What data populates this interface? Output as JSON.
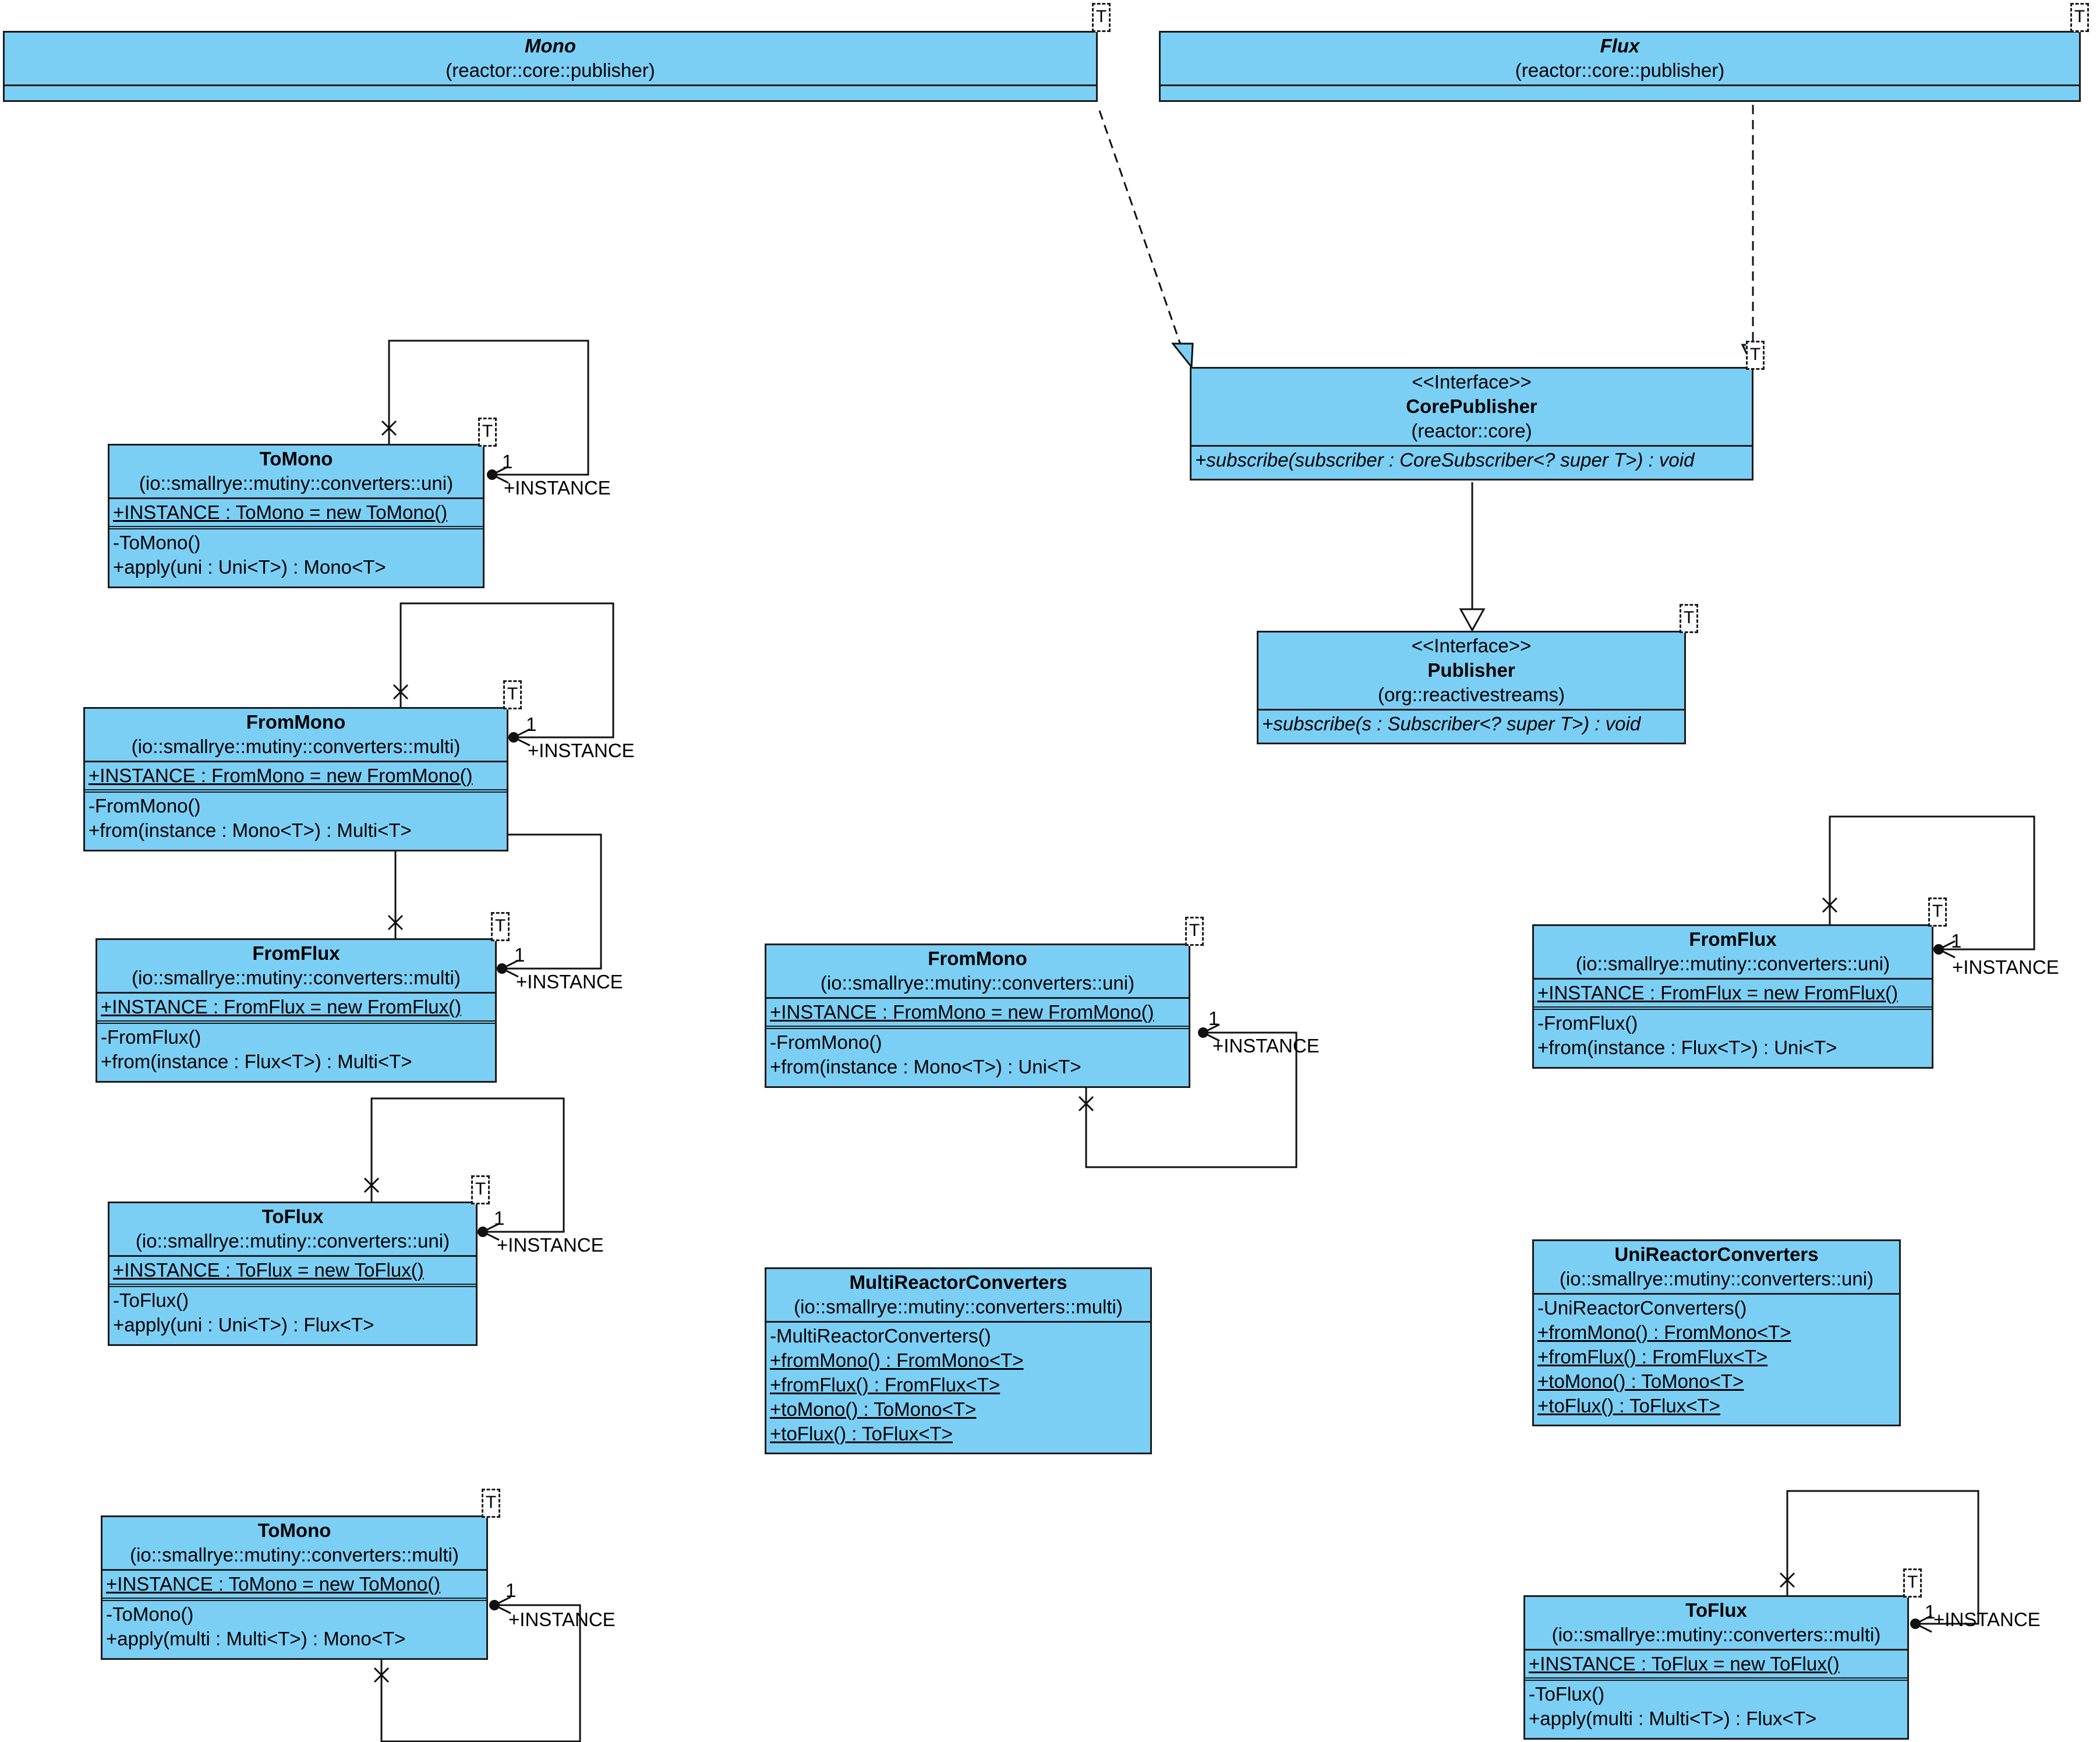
{
  "classes": {
    "mono": {
      "name": "Mono",
      "package": "(reactor::core::publisher)",
      "type_param": "T"
    },
    "flux": {
      "name": "Flux",
      "package": "(reactor::core::publisher)",
      "type_param": "T"
    },
    "core_publisher": {
      "stereotype": "<<Interface>>",
      "name": "CorePublisher",
      "package": "(reactor::core)",
      "methods": [
        "+subscribe(subscriber : CoreSubscriber<? super T>) : void"
      ],
      "type_param": "T"
    },
    "publisher": {
      "stereotype": "<<Interface>>",
      "name": "Publisher",
      "package": "(org::reactivestreams)",
      "methods": [
        "+subscribe(s : Subscriber<? super T>) : void"
      ],
      "type_param": "T"
    },
    "to_mono_uni": {
      "name": "ToMono",
      "package": "(io::smallrye::mutiny::converters::uni)",
      "attributes": [
        "+INSTANCE : ToMono = new ToMono()"
      ],
      "methods": [
        "-ToMono()",
        "+apply(uni : Uni<T>) : Mono<T>"
      ],
      "type_param": "T"
    },
    "from_mono_multi": {
      "name": "FromMono",
      "package": "(io::smallrye::mutiny::converters::multi)",
      "attributes": [
        "+INSTANCE : FromMono = new FromMono()"
      ],
      "methods": [
        "-FromMono()",
        "+from(instance : Mono<T>) : Multi<T>"
      ],
      "type_param": "T"
    },
    "from_flux_multi": {
      "name": "FromFlux",
      "package": "(io::smallrye::mutiny::converters::multi)",
      "attributes": [
        "+INSTANCE : FromFlux = new FromFlux()"
      ],
      "methods": [
        "-FromFlux()",
        "+from(instance : Flux<T>) : Multi<T>"
      ],
      "type_param": "T"
    },
    "to_flux_uni": {
      "name": "ToFlux",
      "package": "(io::smallrye::mutiny::converters::uni)",
      "attributes": [
        "+INSTANCE : ToFlux = new ToFlux()"
      ],
      "methods": [
        "-ToFlux()",
        "+apply(uni : Uni<T>) : Flux<T>"
      ],
      "type_param": "T"
    },
    "to_mono_multi": {
      "name": "ToMono",
      "package": "(io::smallrye::mutiny::converters::multi)",
      "attributes": [
        "+INSTANCE : ToMono = new ToMono()"
      ],
      "methods": [
        "-ToMono()",
        "+apply(multi : Multi<T>) : Mono<T>"
      ],
      "type_param": "T"
    },
    "from_mono_uni": {
      "name": "FromMono",
      "package": "(io::smallrye::mutiny::converters::uni)",
      "attributes": [
        "+INSTANCE : FromMono = new FromMono()"
      ],
      "methods": [
        "-FromMono()",
        "+from(instance : Mono<T>) : Uni<T>"
      ],
      "type_param": "T"
    },
    "multi_reactor_converters": {
      "name": "MultiReactorConverters",
      "package": "(io::smallrye::mutiny::converters::multi)",
      "methods": [
        "-MultiReactorConverters()",
        "+fromMono() : FromMono<T>",
        "+fromFlux() : FromFlux<T>",
        "+toMono() : ToMono<T>",
        "+toFlux() : ToFlux<T>"
      ]
    },
    "from_flux_uni": {
      "name": "FromFlux",
      "package": "(io::smallrye::mutiny::converters::uni)",
      "attributes": [
        "+INSTANCE : FromFlux = new FromFlux()"
      ],
      "methods": [
        "-FromFlux()",
        "+from(instance : Flux<T>) : Uni<T>"
      ],
      "type_param": "T"
    },
    "uni_reactor_converters": {
      "name": "UniReactorConverters",
      "package": "(io::smallrye::mutiny::converters::uni)",
      "methods": [
        "-UniReactorConverters()",
        "+fromMono() : FromMono<T>",
        "+fromFlux() : FromFlux<T>",
        "+toMono() : ToMono<T>",
        "+toFlux() : ToFlux<T>"
      ]
    },
    "to_flux_multi": {
      "name": "ToFlux",
      "package": "(io::smallrye::mutiny::converters::multi)",
      "attributes": [
        "+INSTANCE : ToFlux = new ToFlux()"
      ],
      "methods": [
        "-ToFlux()",
        "+apply(multi : Multi<T>) : Flux<T>"
      ],
      "type_param": "T"
    }
  },
  "association": {
    "role": "+INSTANCE",
    "multiplicity": "1"
  }
}
